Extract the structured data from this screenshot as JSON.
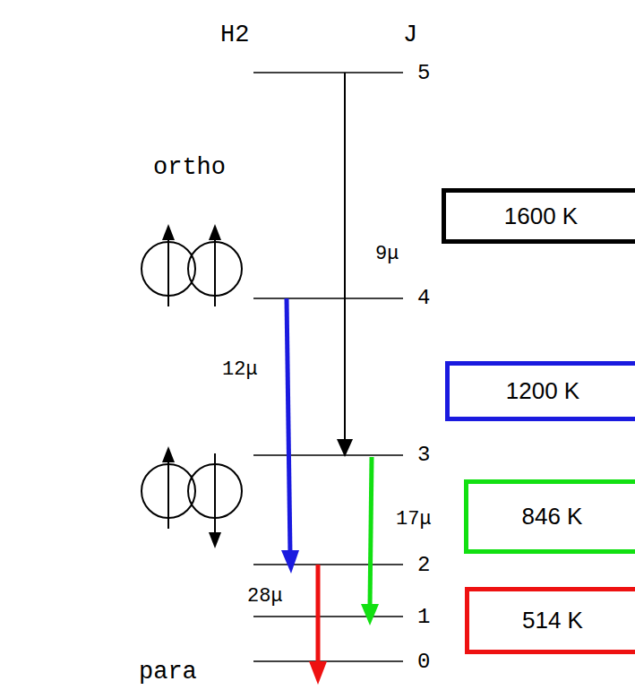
{
  "diagram": {
    "nodes": [
      {
        "text": [
          "1600 K"
        ]
      },
      {
        "text": [
          "1200 K"
        ]
      },
      {
        "text": [
          "846 K"
        ]
      },
      {
        "text": [
          "514 K"
        ]
      }
    ],
    "labels": [
      "H2",
      "J",
      "5",
      "ortho",
      "9μ",
      "4",
      "12μ",
      "3",
      "17μ",
      "2",
      "28μ",
      "1",
      "para",
      "0"
    ]
  }
}
